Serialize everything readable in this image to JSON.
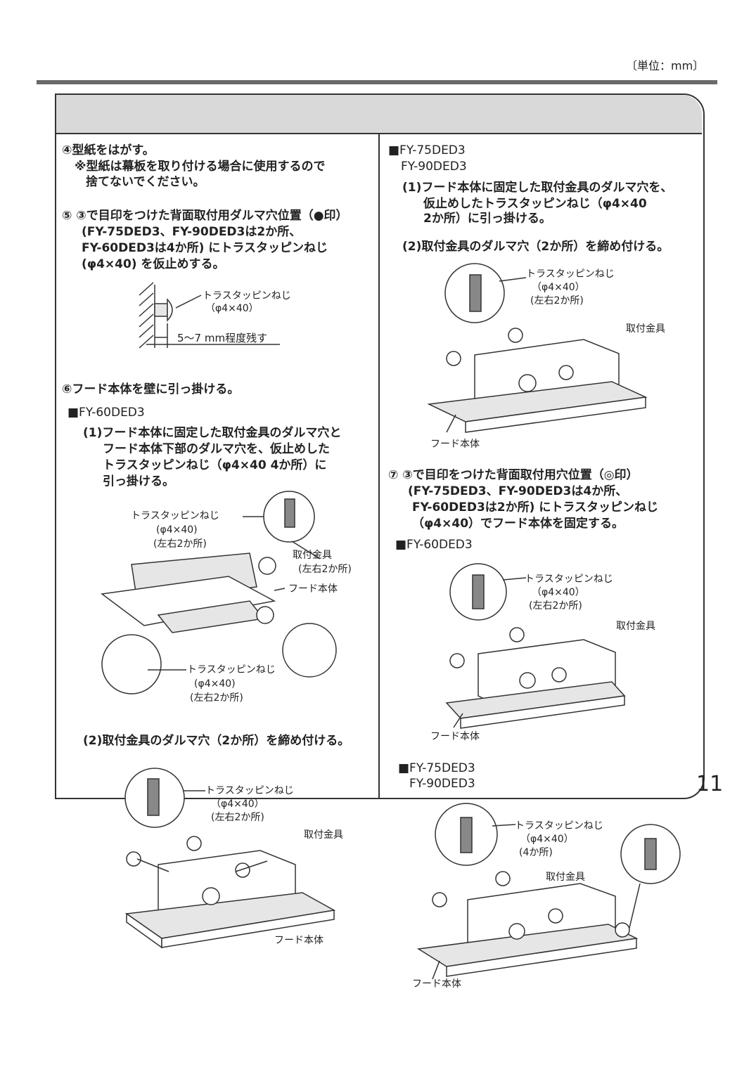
{
  "unit_label": "〔単位：mm〕",
  "page_number": "11",
  "left": {
    "step4_title": "④型紙をはがす。",
    "step4_note1": "※型紙は幕板を取り付ける場合に使用するので",
    "step4_note2": "捨てないでください。",
    "step5_l1": "⑤ ③で目印をつけた背面取付用ダルマ穴位置（●印）",
    "step5_l2": "(FY-75DED3、FY-90DED3は2か所、",
    "step5_l3": "FY-60DED3は4か所) にトラスタッピンねじ",
    "step5_l4": "(φ4×40) を仮止めする。",
    "screw_label": "トラスタッピンねじ",
    "screw_size": "（φ4×40）",
    "dimension": "5〜7 mm程度残す",
    "step6_title": "⑥フード本体を壁に引っ掛ける。",
    "model60": "■FY-60DED3",
    "s1_l1": "(1)フード本体に固定した取付金具のダルマ穴と",
    "s1_l2": "フード本体下部のダルマ穴を、仮止めした",
    "s1_l3": "トラスタッピンねじ（φ4×40 4か所）に",
    "s1_l4": "引っ掛ける。",
    "fig_screw": "トラスタッピンねじ",
    "fig_screw_size": "(φ4×40)",
    "fig_lr2": "(左右2か所)",
    "fig_bracket": "取付金具",
    "fig_bracket_lr2": "(左右2か所)",
    "fig_hood": "フード本体",
    "fig2_screw": "トラスタッピンねじ",
    "fig2_size": "(φ4×40)",
    "fig2_lr2": "(左右2か所)",
    "s2": "(2)取付金具のダルマ穴（2か所）を締め付ける。",
    "fig3_screw": "トラスタッピンねじ",
    "fig3_size": "（φ4×40）",
    "fig3_lr2": "(左右2か所)",
    "fig3_bracket": "取付金具",
    "fig3_hood": "フード本体"
  },
  "right": {
    "model_a": "■FY-75DED3",
    "model_b": "FY-90DED3",
    "r1_l1": "(1)フード本体に固定した取付金具のダルマ穴を、",
    "r1_l2": "仮止めしたトラスタッピンねじ（φ4×40",
    "r1_l3": "2か所）に引っ掛ける。",
    "r2": "(2)取付金具のダルマ穴（2か所）を締め付ける。",
    "rf1_screw": "トラスタッピンねじ",
    "rf1_size": "（φ4×40）",
    "rf1_lr2": "(左右2か所)",
    "rf1_bracket": "取付金具",
    "rf1_hood": "フード本体",
    "step7_l1": "⑦ ③で目印をつけた背面取付用穴位置（◎印）",
    "step7_l2": "(FY-75DED3、FY-90DED3は4か所、",
    "step7_l3": "FY-60DED3は2か所) にトラスタッピンねじ",
    "step7_l4": "（φ4×40）でフード本体を固定する。",
    "model60": "■FY-60DED3",
    "rf2_screw": "トラスタッピンねじ",
    "rf2_size": "（φ4×40）",
    "rf2_lr2": "(左右2か所)",
    "rf2_bracket": "取付金具",
    "rf2_hood": "フード本体",
    "model_c": "■FY-75DED3",
    "model_d": "FY-90DED3",
    "rf3_screw": "トラスタッピンねじ",
    "rf3_size": "（φ4×40）",
    "rf3_count": "(4か所)",
    "rf3_bracket": "取付金具",
    "rf3_hood": "フード本体"
  }
}
